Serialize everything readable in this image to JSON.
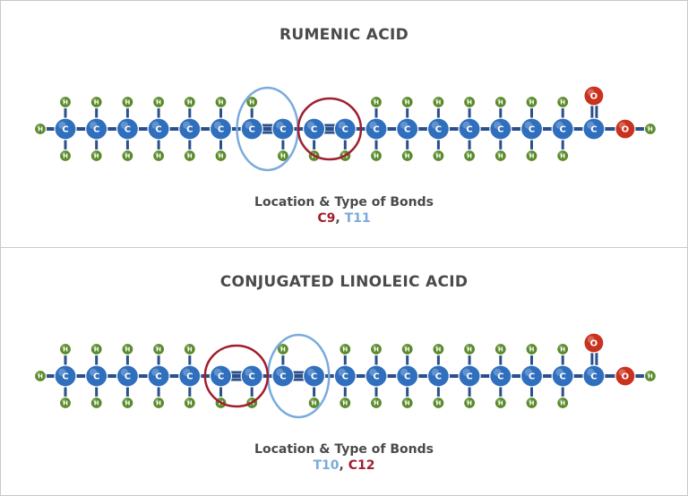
{
  "colors": {
    "carbon": "#2f6fbd",
    "hydrogen": "#5a8a2a",
    "oxygen": "#c8321e",
    "bond": "#2a4f8a",
    "cis": "#a01f2e",
    "trans": "#7aabdc",
    "text": "#4a4a4a"
  },
  "atom_labels": {
    "carbon": "C",
    "hydrogen": "H",
    "oxygen": "O"
  },
  "molecules": [
    {
      "title": "RUMENIC ACID",
      "bonds_heading": "Location & Type of Bonds",
      "bond_1": {
        "label": "C9",
        "type": "cis"
      },
      "bond_sep": ",",
      "bond_2": {
        "label": "T11",
        "type": "trans"
      },
      "carbon_count": 18,
      "trans_bond_after_carbon": 7,
      "cis_bond_after_carbon": 9
    },
    {
      "title": "CONJUGATED LINOLEIC ACID",
      "bonds_heading": "Location & Type of Bonds",
      "bond_1": {
        "label": "T10",
        "type": "trans"
      },
      "bond_sep": ",",
      "bond_2": {
        "label": "C12",
        "type": "cis"
      },
      "carbon_count": 18,
      "cis_bond_after_carbon": 6,
      "trans_bond_after_carbon": 8
    }
  ]
}
